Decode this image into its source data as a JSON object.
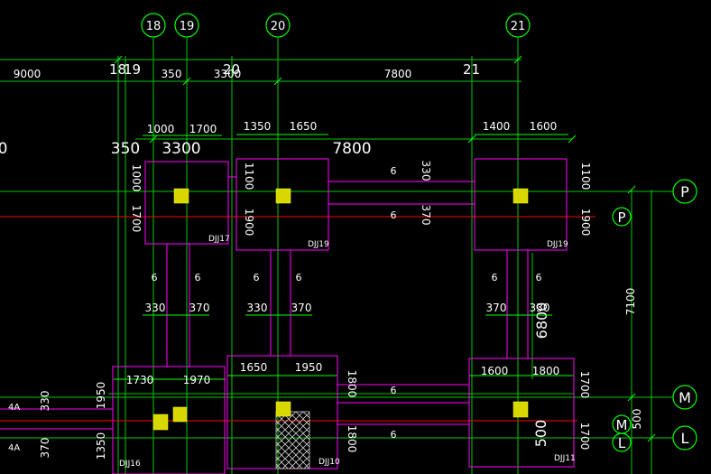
{
  "axes": {
    "top_bubbles": [
      "18",
      "19",
      "20",
      "21"
    ],
    "side_bubbles": [
      "P",
      "M",
      "L"
    ],
    "grid_inline_labels": {
      "a": "18",
      "b": "19",
      "c": "20",
      "d": "21",
      "p": "P",
      "m": "M",
      "l": "L"
    },
    "left_tags": {
      "upper": "4A",
      "lower": "4A"
    }
  },
  "dimensions_top": {
    "row1": {
      "d9000": "9000",
      "d350": "350",
      "d3300": "3300",
      "d7800": "7800"
    },
    "row2": {
      "d350": "350",
      "d3300": "3300",
      "d7800": "7800",
      "left_zero": "0"
    },
    "footing_top": {
      "a": "1000",
      "b": "1700",
      "c": "1350",
      "d": "1650",
      "e": "1400",
      "f": "1600"
    },
    "footing_bottom": {
      "a": "1730",
      "b": "1970",
      "c": "1650",
      "d": "1950",
      "e": "1600",
      "f": "1800"
    }
  },
  "dimensions_vertical": {
    "left_upper": [
      "1000",
      "1700"
    ],
    "mid_upper": [
      "1100",
      "1900"
    ],
    "right_upper": [
      "1100",
      "1900"
    ],
    "right_span": "7100",
    "right_span2": "500",
    "center": "6800",
    "left_lower": [
      "1950",
      "1350"
    ],
    "center_lower": [
      "1800",
      "1800"
    ],
    "right_lower": [
      "1700",
      "1700"
    ],
    "tie_upper": [
      "330",
      "370"
    ],
    "tie_left": [
      "330",
      "370"
    ],
    "col_offsets": [
      "330",
      "370",
      "330",
      "370",
      "370",
      "330"
    ],
    "big_500": "500"
  },
  "small_marks": [
    "6",
    "6",
    "6",
    "6",
    "6",
    "6",
    "6",
    "6",
    "6",
    "6"
  ],
  "footing_labels": {
    "djj17": "DJJ17",
    "djj19a": "DJJ19",
    "djj19b": "DJJ19",
    "djj16": "DJJ16",
    "djj10": "DJJ10",
    "djj11": "DJJ11"
  },
  "colors": {
    "axis": "#00ff00",
    "footing": "#ff00ff",
    "column": "#d8d800",
    "beam_red": "#ff0000",
    "text": "#ffffff",
    "hatch": "#ffffff"
  }
}
